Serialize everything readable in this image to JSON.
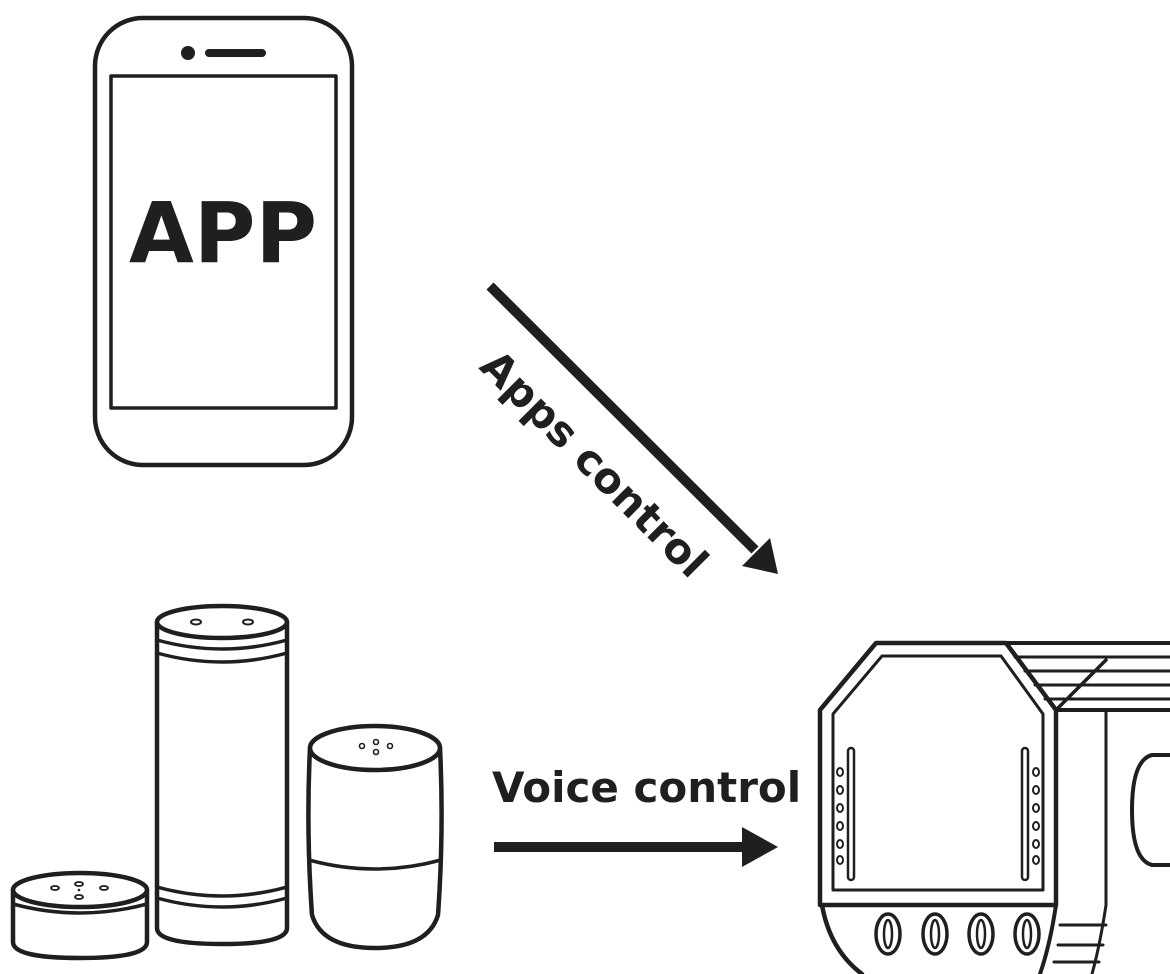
{
  "phone": {
    "screen_label": "APP",
    "icon": "smartphone-icon"
  },
  "arrows": {
    "apps_label": "Apps control",
    "voice_label": "Voice control"
  },
  "speakers": {
    "icon": "smart-speakers-icon"
  },
  "module": {
    "icon": "smart-relay-module-icon"
  },
  "colors": {
    "ink": "#1f1f1f",
    "background": "#ffffff"
  }
}
